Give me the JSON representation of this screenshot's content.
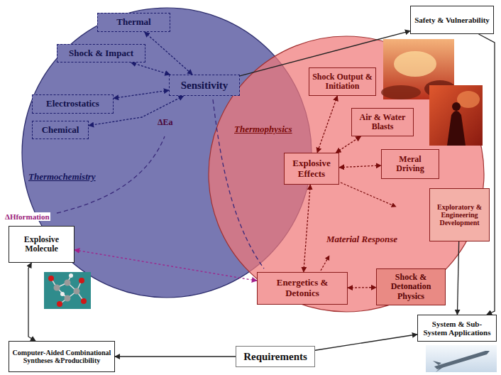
{
  "diagram": {
    "nodes": [
      {
        "text": [
          "Thermochemistry"
        ]
      },
      {
        "text": [
          "Thermal"
        ],
        "in": 0
      },
      {
        "text": [
          "Shock & Impact"
        ],
        "in": 0
      },
      {
        "text": [
          "Electrostatics"
        ],
        "in": 0
      },
      {
        "text": [
          "Chemical"
        ],
        "in": 0
      },
      {
        "text": [
          "Sensitivity"
        ],
        "in": 0
      },
      {
        "text": [
          "Safety & Vulnerability"
        ]
      },
      {
        "text": [
          "Thermophysics",
          "Material Response"
        ]
      },
      {
        "text": [
          "Shock Output & Initiation"
        ],
        "in": 7
      },
      {
        "text": [
          "Air & Water Blasts"
        ],
        "in": 7
      },
      {
        "text": [
          "Explosive Effects"
        ],
        "in": 7
      },
      {
        "text": [
          "Meral Driving"
        ],
        "in": 7
      },
      {
        "text": [
          "Energetics & Detonics"
        ],
        "in": 7
      },
      {
        "text": [
          "Exploratory & Engineering Development"
        ]
      },
      {
        "text": [
          "Explosive Molecule"
        ]
      },
      {
        "text": [
          "Shock & Detonation Physics"
        ]
      },
      {
        "text": [
          "System & Sub-System Applications"
        ]
      },
      {
        "text": [
          "Computer-Aided Combinational Syntheses &Producibility"
        ]
      },
      {
        "text": [
          "Requirements"
        ]
      }
    ],
    "edges": [
      {
        "from": 1,
        "to": 5,
        "arrow": "both"
      },
      {
        "from": 2,
        "to": 5,
        "arrow": "both"
      },
      {
        "from": 5,
        "to": 3,
        "arrow": "both"
      },
      {
        "from": 5,
        "to": 4,
        "arrow": "both"
      },
      {
        "from": 5,
        "to": 6,
        "arrow": "to"
      },
      {
        "from": 8,
        "to": 10,
        "arrow": "both"
      },
      {
        "from": 10,
        "to": 9,
        "arrow": "both"
      },
      {
        "from": 10,
        "to": 11,
        "arrow": "both"
      },
      {
        "from": 10,
        "to": 12,
        "arrow": "both"
      },
      {
        "from": 14,
        "to": 12,
        "arrow": "both"
      },
      {
        "from": 12,
        "to": 15,
        "arrow": "both"
      },
      {
        "from": 13,
        "to": 16,
        "arrow": "to"
      },
      {
        "from": 6,
        "to": 16,
        "arrow": "to"
      },
      {
        "from": 14,
        "to": 17,
        "arrow": "both"
      },
      {
        "from": 18,
        "to": 17,
        "arrow": "to"
      },
      {
        "from": 18,
        "to": 16,
        "arrow": "to"
      }
    ],
    "labels": [
      "ΔEa",
      "ΔHformation"
    ]
  }
}
